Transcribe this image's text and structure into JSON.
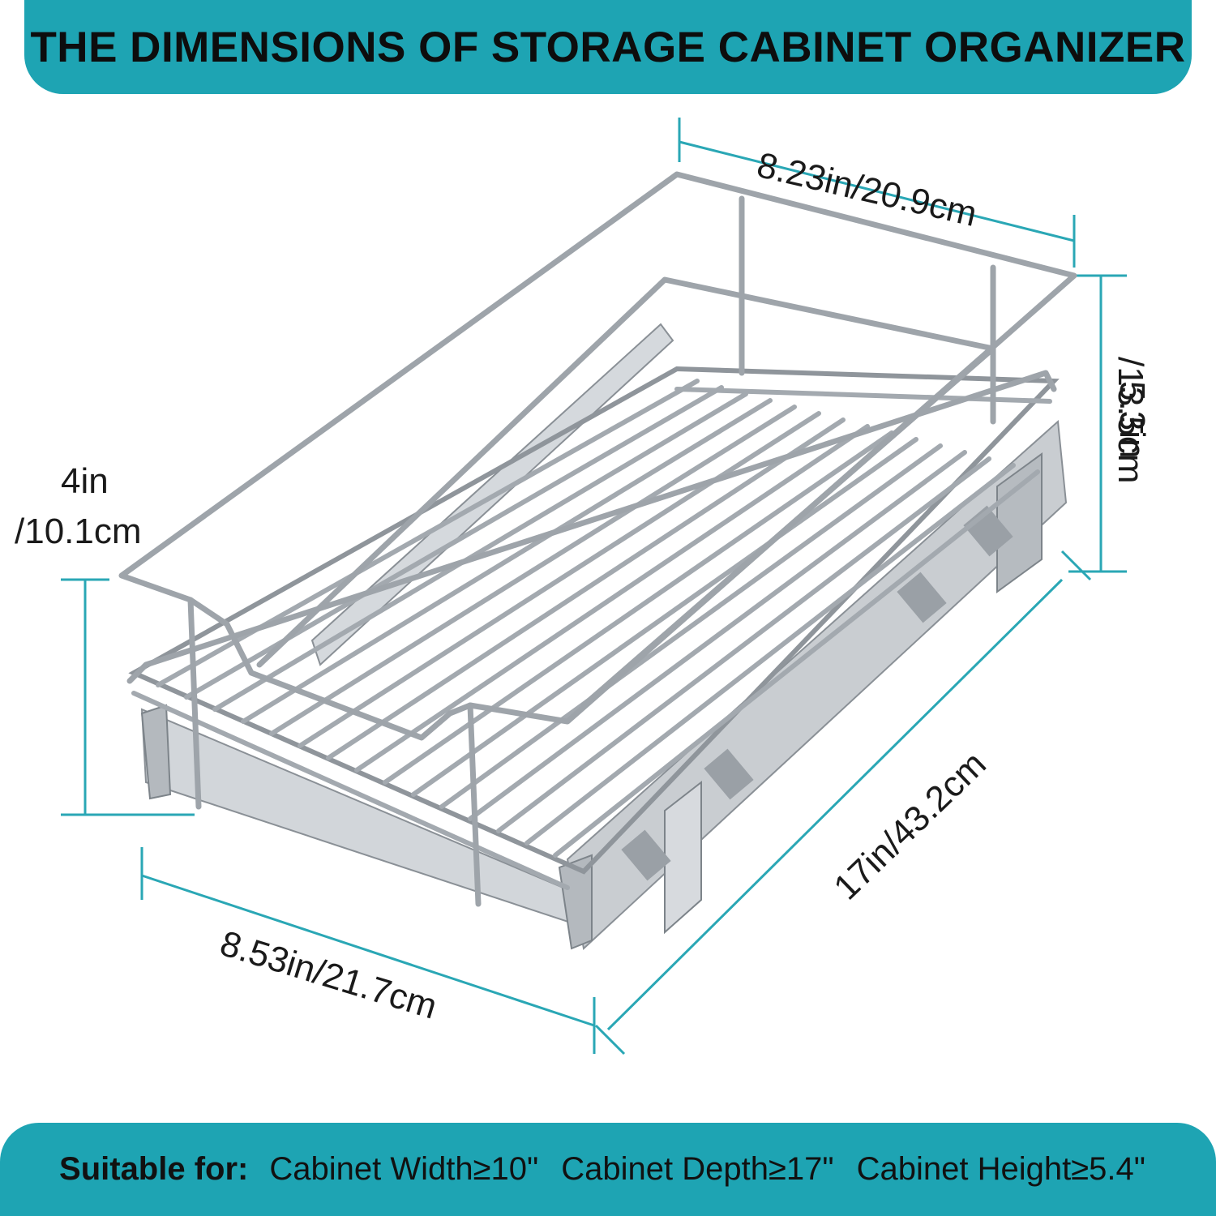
{
  "header": {
    "title": "THE DIMENSIONS OF STORAGE CABINET ORGANIZER"
  },
  "dimensions": {
    "top_width": "8.23in/20.9cm",
    "bottom_width": "8.53in/21.7cm",
    "depth": "17in/43.2cm",
    "right_height_line1": "5.3in",
    "right_height_line2": "/13.5cm",
    "left_height_line1": "4in",
    "left_height_line2": "/10.1cm"
  },
  "footer": {
    "lead": "Suitable for:",
    "requirements": [
      "Cabinet Width≥10\"",
      "Cabinet Depth≥17\"",
      "Cabinet Height≥5.4\""
    ]
  },
  "colors": {
    "banner": "#1ea4b3",
    "dimension_line": "#2aa7b5",
    "chrome": "#9aa0a6"
  }
}
